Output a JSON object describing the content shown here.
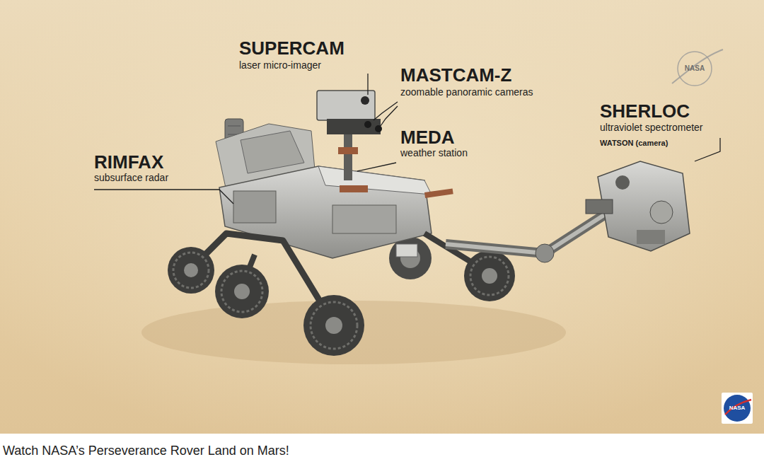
{
  "diagram": {
    "caption": "Watch NASA’s Perseverance Rover Land on Mars!",
    "labels": [
      "SUPERCAM",
      "laser micro-imager",
      "MASTCAM-Z",
      "zoomable panoramic cameras",
      "MEDA",
      "weather station",
      "RIMFAX",
      "subsurface radar",
      "SHERLOC",
      "ultraviolet spectrometer",
      "WATSON (camera)",
      "NASA",
      "NASA"
    ]
  }
}
